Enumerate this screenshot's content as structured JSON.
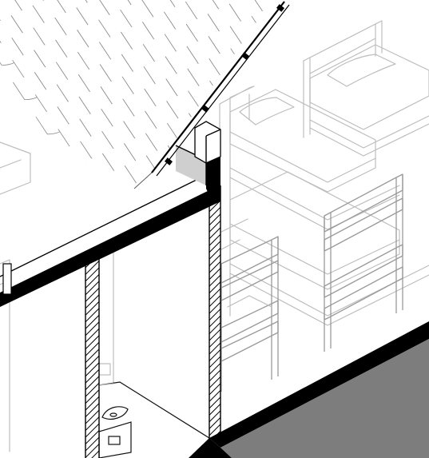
{
  "figure": {
    "kind": "isometric architectural section",
    "depicts": [
      "roof-tiles",
      "roof-beam",
      "section-walls",
      "floor-slab",
      "bunk-beds",
      "washbasin"
    ],
    "colors": {
      "cut_solid": "#000000",
      "ghost_lines": "#bdbdbd",
      "roof_tile_lines": "#8a8a8a",
      "insulation_grey": "#cfcfcf",
      "slab_edge_grey": "#7d7d7d",
      "background": "#ffffff"
    }
  }
}
